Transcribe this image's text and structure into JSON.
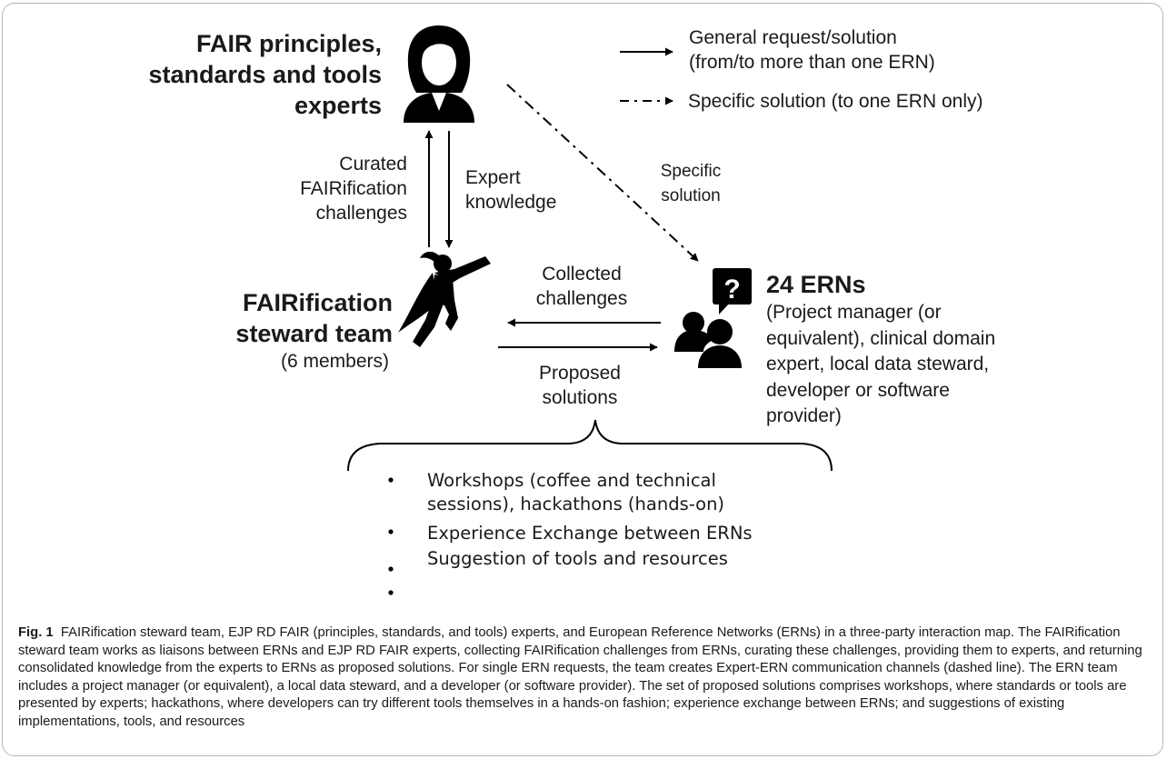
{
  "experts": {
    "title_lines": [
      "FAIR principles,",
      "standards and tools",
      "experts"
    ]
  },
  "legend": {
    "solid_line_1": "General request/solution",
    "solid_line_2": "(from/to more than one ERN)",
    "dashed_line": "Specific solution (to one ERN only)"
  },
  "labels": {
    "curated": [
      "Curated",
      "FAIRification",
      "challenges"
    ],
    "expert_knowledge": [
      "Expert",
      "knowledge"
    ],
    "specific_solution": [
      "Specific",
      "solution"
    ],
    "collected": [
      "Collected",
      "challenges"
    ],
    "proposed": [
      "Proposed",
      "solutions"
    ]
  },
  "steward": {
    "title_lines": [
      "FAIRification",
      "steward team"
    ],
    "members": "(6 members)"
  },
  "erns": {
    "title": "24 ERNs",
    "desc_lines": [
      "(Project manager (or",
      "equivalent), clinical domain",
      "expert, local data steward,",
      "developer or software",
      "provider)"
    ]
  },
  "solutions": [
    [
      "Workshops (coffee and technical",
      "sessions), hackathons (hands-on)"
    ],
    [
      "Experience Exchange between ERNs"
    ],
    [
      "Suggestion of tools and resources"
    ]
  ],
  "caption": {
    "label": "Fig. 1",
    "text": "FAIRification steward team, EJP RD FAIR (principles, standards, and tools) experts, and European Reference Networks (ERNs) in a three-party interaction map. The FAIRification steward team works as liaisons between ERNs and EJP RD FAIR experts, collecting FAIRification challenges from ERNs, curating these challenges,  providing them to experts, and returning consolidated knowledge from the experts to ERNs as proposed solutions. For single ERN requests, the team creates Expert-ERN communication channels (dashed line). The ERN team includes a project manager (or equivalent), a local data steward, and a developer (or software provider). The set of proposed solutions comprises workshops, where standards or tools are presented by experts; hackathons, where developers can try different tools themselves in a hands-on fashion; experience exchange between ERNs; and suggestions of existing implementations, tools, and resources"
  },
  "colors": {
    "ink": "#000000",
    "text": "#1a1a1a",
    "frame": "#b7b7b7"
  }
}
